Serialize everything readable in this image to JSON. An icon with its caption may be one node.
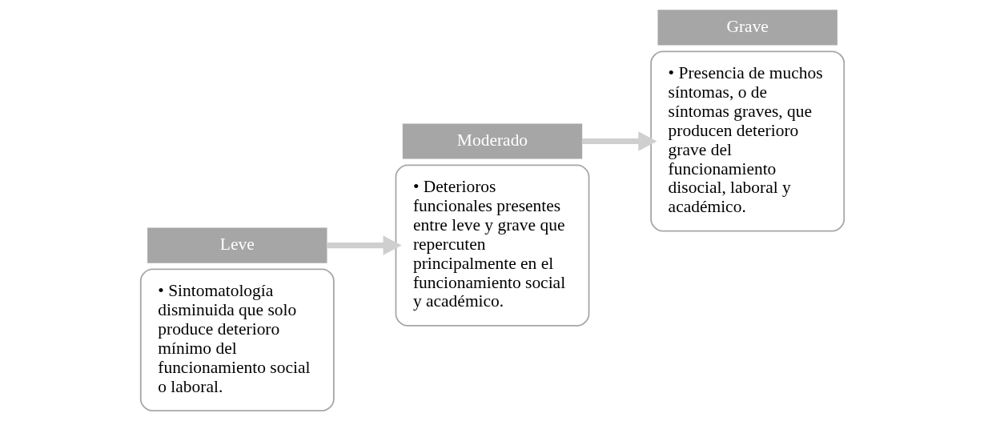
{
  "diagram": {
    "nodes": [
      {
        "text": [
          "• Sintomatología disminuida que solo produce deterioro mínimo del funcionamiento social o laboral."
        ]
      },
      {
        "text": [
          "Leve"
        ]
      },
      {
        "text": [
          "Moderado"
        ]
      },
      {
        "text": [
          "• Deterioros funcionales presentes entre leve y grave que repercuten principalmente en el funcionamiento social y académico."
        ]
      },
      {
        "text": [
          "• Presencia de muchos síntomas, o de síntomas graves, que producen deterioro grave del funcionamiento disocial, laboral y académico."
        ]
      },
      {
        "text": [
          "Grave"
        ]
      }
    ],
    "edges": [
      {
        "from": 1,
        "to": 3,
        "arrow": "to"
      },
      {
        "from": 2,
        "to": 4,
        "arrow": "to"
      }
    ]
  }
}
